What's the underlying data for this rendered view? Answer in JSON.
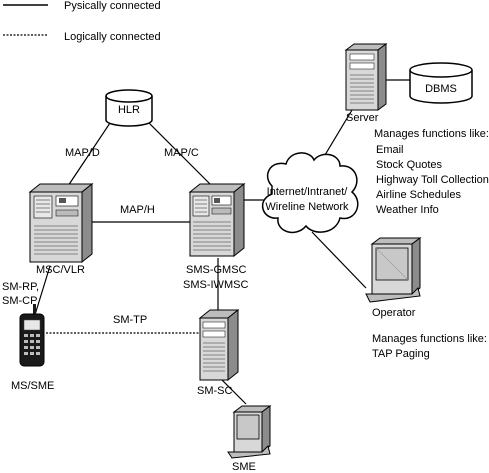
{
  "legend": {
    "physical": "Pysically connected",
    "logical": "Logically connected"
  },
  "nodes": {
    "hlr": "HLR",
    "msc": "MSC/VLR",
    "gmsc_line1": "SMS-GMSC",
    "gmsc_line2": "SMS-IWMSC",
    "network_line1": "Internet/Intranet/",
    "network_line2": "Wireline Network",
    "server": "Server",
    "dbms": "DBMS",
    "operator": "Operator",
    "smsc": "SM-SC",
    "sme": "SME",
    "ms": "MS/SME",
    "smrp_line1": "SM-RP,",
    "smrp_line2": "SM-CP"
  },
  "links": {
    "map_d": "MAP/D",
    "map_c": "MAP/C",
    "map_h": "MAP/H",
    "sm_tp": "SM-TP"
  },
  "server_functions": {
    "heading": "Manages functions like:",
    "items": [
      "Email",
      "Stock Quotes",
      "Highway Toll Collection",
      "Airline Schedules",
      "Weather Info"
    ]
  },
  "operator_functions": {
    "heading": "Manages functions like:",
    "items": [
      "TAP Paging"
    ]
  },
  "colors": {
    "line": "#000000",
    "device_fill": "#d8d8d8",
    "device_shade": "#a8a8a8",
    "screen_fill": "#c8c8c8",
    "phone_body": "#1a1a1a"
  }
}
